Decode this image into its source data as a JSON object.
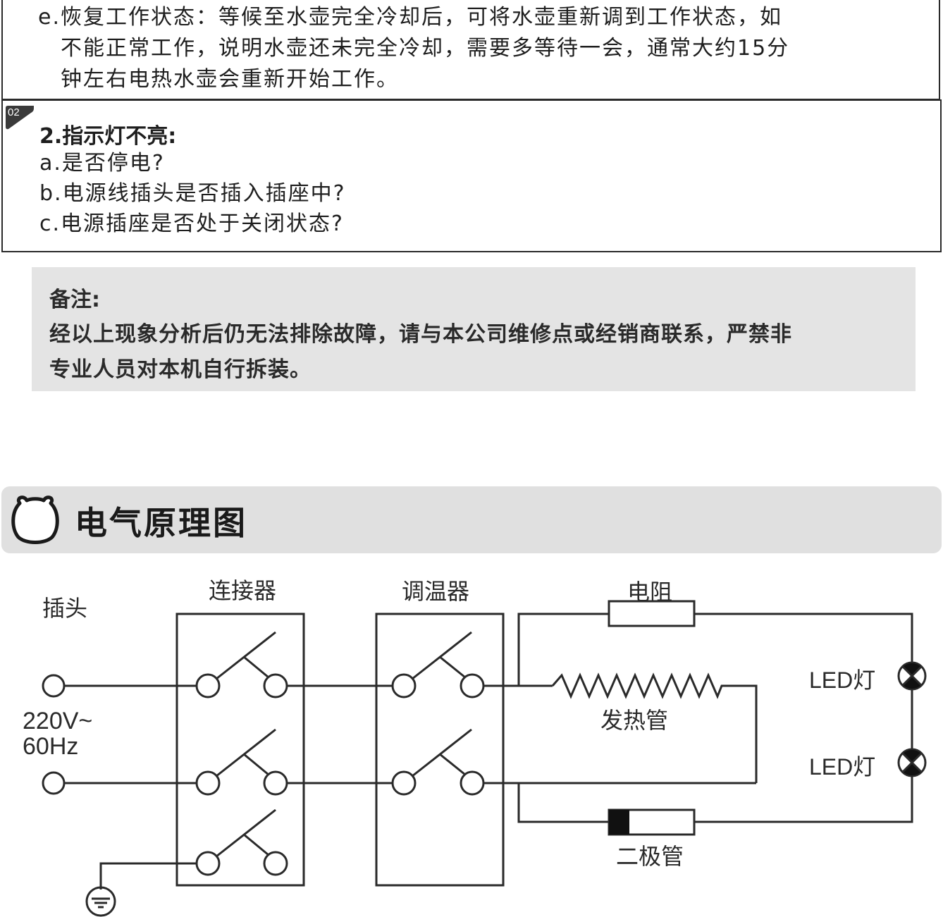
{
  "troubleshoot": {
    "item_e": {
      "line1": "e.恢复工作状态：等候至水壶完全冷却后，可将水壶重新调到工作状态，如",
      "line2": "不能正常工作，说明水壶还未完全冷却，需要多等待一会，通常大约15分",
      "line3": "钟左右电热水壶会重新开始工作。"
    },
    "section2": {
      "tag_number": "02",
      "heading": "2.指示灯不亮:",
      "item_a": "a.是否停电?",
      "item_b": "b.电源线插头是否插入插座中?",
      "item_c": "c.电源插座是否处于关闭状态?"
    }
  },
  "note": {
    "title": "备注:",
    "line1": "经以上现象分析后仍无法排除故障，请与本公司维修点或经销商联系，严禁非",
    "line2": "专业人员对本机自行拆装。"
  },
  "electrical_section": {
    "title": "电气原理图",
    "icon": "bear-face-icon"
  },
  "diagram": {
    "plug_label": "插头",
    "voltage": "220V~",
    "frequency": "60Hz",
    "connector_label": "连接器",
    "thermostat_label": "调温器",
    "resistor_label": "电阻",
    "heater_label": "发热管",
    "diode_label": "二极管",
    "led1_label": "LED灯",
    "led2_label": "LED灯"
  },
  "colors": {
    "text": "#1e1e1e",
    "note_bg": "#e4e4e4",
    "section_bg": "#e0e0e0",
    "line": "#2a2a2a"
  }
}
